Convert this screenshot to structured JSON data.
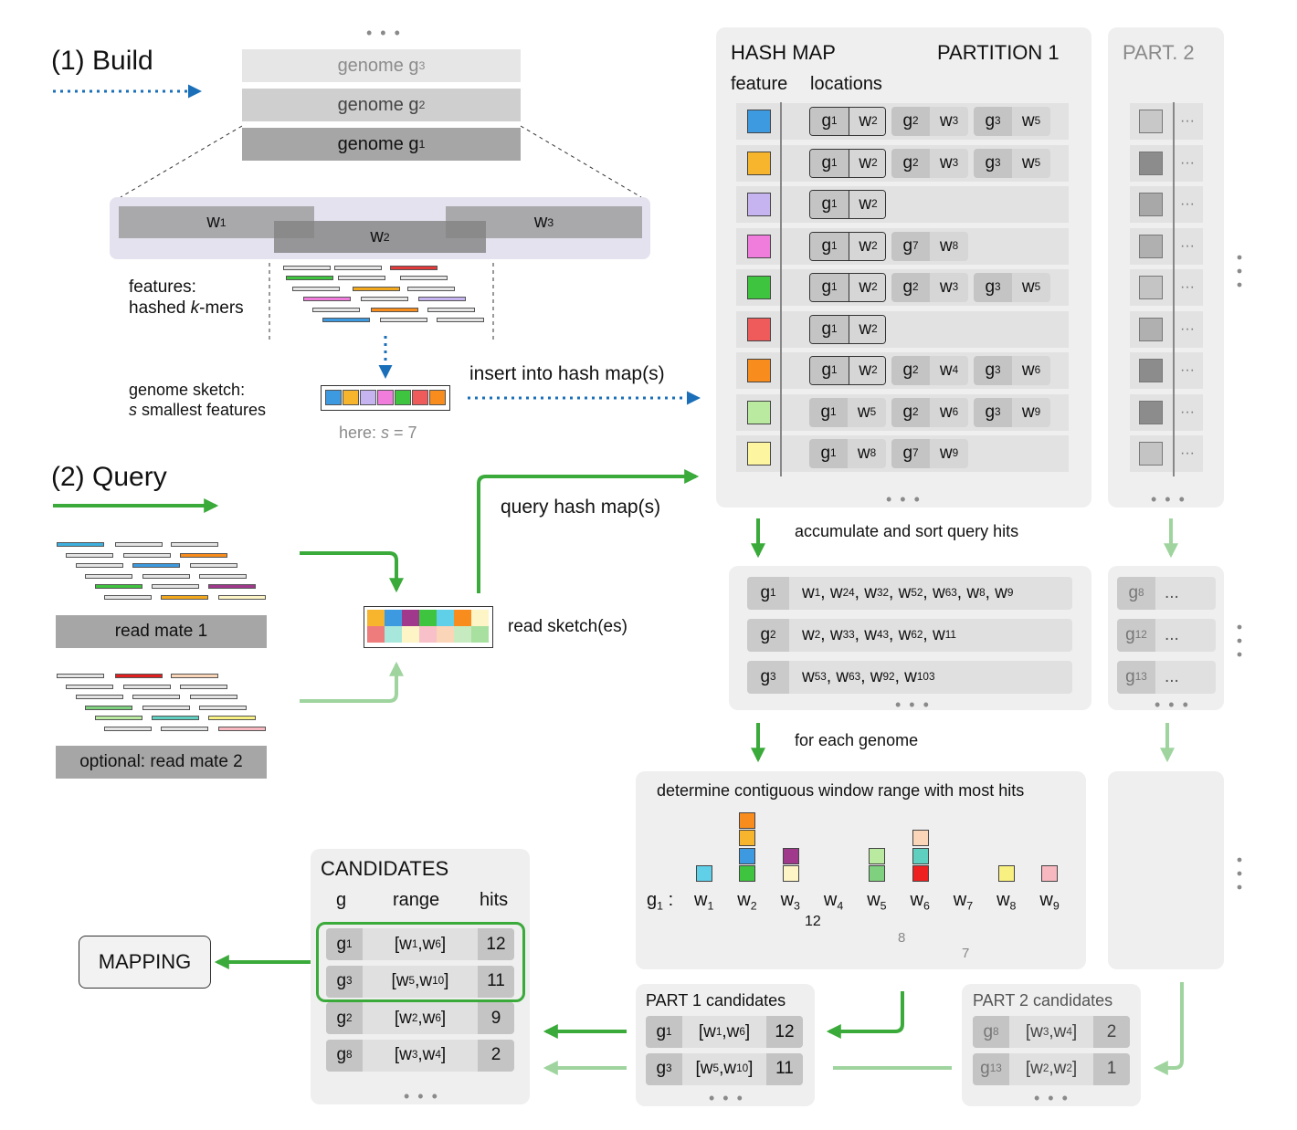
{
  "build": {
    "title": "(1) Build",
    "genomes": [
      "genome g",
      "genome g",
      "genome g"
    ],
    "genome_subs": [
      "3",
      "2",
      "1"
    ],
    "windows": [
      "w",
      "w",
      "w"
    ],
    "window_subs": [
      "1",
      "2",
      "3"
    ],
    "features_label_1": "features:",
    "features_label_2": "hashed ",
    "features_label_k": "k",
    "features_label_3": "-mers",
    "sketch_label_1": "genome sketch:",
    "sketch_label_s": "s",
    "sketch_label_2": " smallest features",
    "here_label": "here: ",
    "here_s": "s",
    "here_value": " = 7",
    "insert_label": "insert into hash map(s)",
    "sketch_colors": [
      "#3d9ae0",
      "#f6b52c",
      "#c6b4f0",
      "#f07cdc",
      "#3fc43f",
      "#ef5a5a",
      "#f88c1c"
    ]
  },
  "query": {
    "title": "(2) Query",
    "read1": "read mate 1",
    "read2": "optional: read mate 2",
    "read_sketch": "read sketch(es)",
    "query_label": "query hash map(s)",
    "sketch_top": [
      "#f6b52c",
      "#3d9ae0",
      "#a0388c",
      "#3fc43f",
      "#5fd0e8",
      "#f88c1c",
      "#fdf5c5"
    ],
    "sketch_bottom": [
      "#ef7c7c",
      "#a8e8dc",
      "#fdf5c5",
      "#f8c0c8",
      "#fbd5b8",
      "#c7ebc0",
      "#a8e0a0"
    ]
  },
  "hashmap": {
    "title": "HASH MAP",
    "partition": "PARTITION 1",
    "part2": "PART. 2",
    "col_feature": "feature",
    "col_locations": "locations",
    "ellipsis": "• • •",
    "more": "···",
    "feature_colors": [
      "#3d9ae0",
      "#f6b52c",
      "#c6b4f0",
      "#f07cdc",
      "#3fc43f",
      "#ef5a5a",
      "#f88c1c",
      "#b9eaa0",
      "#fdf5a0"
    ],
    "rows": [
      [
        [
          "1",
          "2"
        ],
        [
          "2",
          "3"
        ],
        [
          "3",
          "5"
        ]
      ],
      [
        [
          "1",
          "2"
        ],
        [
          "2",
          "3"
        ],
        [
          "3",
          "5"
        ]
      ],
      [
        [
          "1",
          "2"
        ]
      ],
      [
        [
          "1",
          "2"
        ],
        [
          "7",
          "8"
        ]
      ],
      [
        [
          "1",
          "2"
        ],
        [
          "2",
          "3"
        ],
        [
          "3",
          "5"
        ]
      ],
      [
        [
          "1",
          "2"
        ]
      ],
      [
        [
          "1",
          "2"
        ],
        [
          "2",
          "4"
        ],
        [
          "3",
          "6"
        ]
      ],
      [
        [
          "1",
          "5"
        ],
        [
          "2",
          "6"
        ],
        [
          "3",
          "9"
        ]
      ],
      [
        [
          "1",
          "8"
        ],
        [
          "7",
          "9"
        ]
      ]
    ],
    "part2_colors": [
      "#c8c8c8",
      "#8c8c8c",
      "#a8a8a8",
      "#b0b0b0",
      "#c4c4c4",
      "#b0b0b0",
      "#8c8c8c",
      "#8c8c8c",
      "#c4c4c4"
    ]
  },
  "accumulate": {
    "label": "accumulate and sort query hits",
    "hits_html": [
      "w<sub>1</sub>, w<sub>2</sub><sup>4</sup>, w<sub>3</sub><sup>2</sup>, w<sub>5</sub><sup>2</sup>, w<sub>6</sub><sup>3</sup>, w<sub>8</sub>, w<sub>9</sub>",
      "w<sub>2</sub>, w<sub>3</sub><sup>3</sup>, w<sub>4</sub><sup>3</sup>, w<sub>6</sub><sup>2</sup>, w<sub>11</sub>",
      "w<sub>5</sub><sup>3</sup>, w<sub>6</sub><sup>3</sup>, w<sub>9</sub><sup>2</sup>, w<sub>10</sub><sup>3</sup>"
    ],
    "genomes": [
      "1",
      "2",
      "3"
    ],
    "part2_genomes": [
      "8",
      "12",
      "13"
    ],
    "part2_more": "..."
  },
  "per_genome": {
    "label": "for each genome",
    "title": "determine contiguous window range with most hits",
    "genome_label": "g",
    "genome_sub": "1",
    "windows": [
      "1",
      "2",
      "3",
      "4",
      "5",
      "6",
      "7",
      "8",
      "9"
    ],
    "stacks": [
      [
        "#5fd0e8"
      ],
      [
        "#3fc43f",
        "#3d9ae0",
        "#f6b52c",
        "#f88c1c"
      ],
      [
        "#fdf5c5",
        "#a0388c"
      ],
      [],
      [
        "#7fd07f",
        "#b9eaa0"
      ],
      [
        "#ee2020",
        "#5fd0c0",
        "#fbd5b8"
      ],
      [],
      [
        "#f8f080"
      ],
      [
        "#f8b8c0"
      ]
    ],
    "range_values": [
      "12",
      "8",
      "7"
    ]
  },
  "part1_candidates": {
    "title": "PART 1 candidates",
    "rows": [
      {
        "g": "1",
        "range_html": "[w<sub>1</sub>,w<sub>6</sub>]",
        "hits": "12"
      },
      {
        "g": "3",
        "range_html": "[w<sub>5</sub>,w<sub>10</sub>]",
        "hits": "11"
      }
    ]
  },
  "part2_candidates": {
    "title": "PART 2 candidates",
    "rows": [
      {
        "g": "8",
        "range_html": "[w<sub>3</sub>,w<sub>4</sub>]",
        "hits": "2"
      },
      {
        "g": "13",
        "range_html": "[w<sub>2</sub>,w<sub>2</sub> ]",
        "hits": "1"
      }
    ]
  },
  "candidates": {
    "title": "CANDIDATES",
    "col_g": "g",
    "col_range": "range",
    "col_hits": "hits",
    "rows": [
      {
        "g": "1",
        "range_html": "[w<sub>1</sub>,w<sub>6</sub>]",
        "hits": "12"
      },
      {
        "g": "3",
        "range_html": "[w<sub>5</sub>,w<sub>10</sub>]",
        "hits": "11"
      },
      {
        "g": "2",
        "range_html": "[w<sub>2</sub>,w<sub>6</sub>]",
        "hits": "9"
      },
      {
        "g": "8",
        "range_html": "[w<sub>3</sub>,w<sub>4</sub>]",
        "hits": "2"
      }
    ]
  },
  "mapping": "MAPPING",
  "colors": {
    "build_blue": "#1a6fb8",
    "query_green": "#3aaa3a",
    "light_green": "#9fd49f",
    "panel": "#efefef"
  }
}
